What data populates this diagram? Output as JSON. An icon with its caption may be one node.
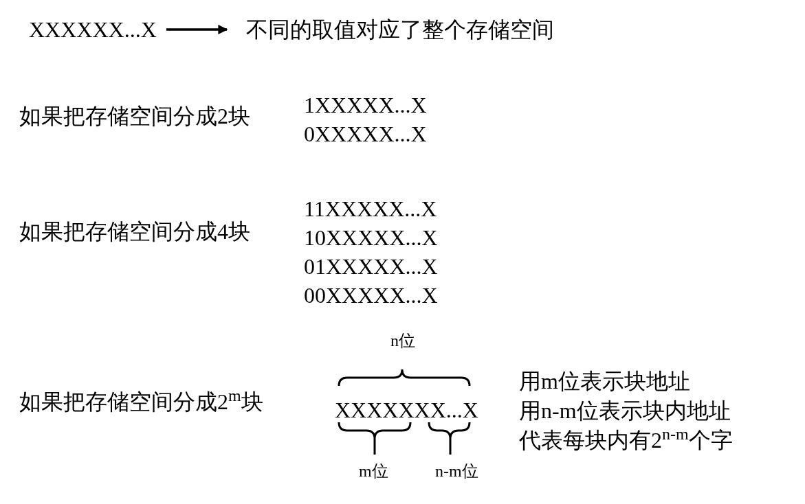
{
  "diagram": {
    "nodes": [
      {
        "text": [
          "XXXXXX...X"
        ]
      },
      {
        "text": [
          "不同的取值对应了整个存储空间"
        ]
      }
    ],
    "edges": [
      {
        "from": 0,
        "to": 1,
        "arrow": "to"
      }
    ],
    "labels": [
      "如果把存储空间分成2块",
      "1XXXXX...X",
      "0XXXXX...X",
      "如果把存储空间分成4块",
      "11XXXXX...X",
      "10XXXXX...X",
      "01XXXXX...X",
      "00XXXXX...X",
      "n位",
      "如果把存储空间分成2$^{m}$块",
      "XXXXXXX...X",
      "m位",
      "n-m位",
      "用m位表示块地址",
      "用n-m位表示块内地址",
      "代表每块内有2$^{n-m}$个字"
    ]
  }
}
